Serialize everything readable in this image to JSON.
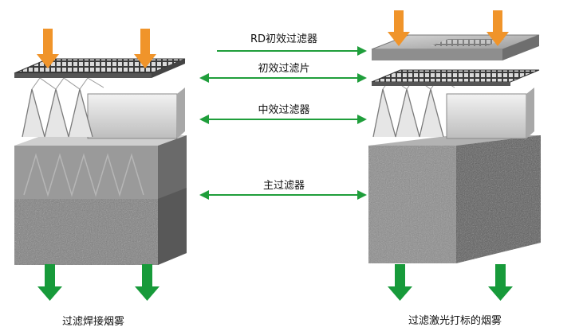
{
  "labels": {
    "rd_prefilter": "RD初效过滤器",
    "prefilter_sheet": "初效过滤片",
    "medium_filter": "中效过滤器",
    "main_filter": "主过滤器"
  },
  "captions": {
    "left": "过滤焊接烟雾",
    "right": "过滤激光打标的烟雾"
  },
  "colors": {
    "inflow_arrow": "#f0942a",
    "outflow_arrow": "#179a3a",
    "label_arrow": "#1f9e3b",
    "mesh": "#4a4a4a",
    "block_front": "#8c8c8c",
    "block_side": "#5a5a5a"
  }
}
